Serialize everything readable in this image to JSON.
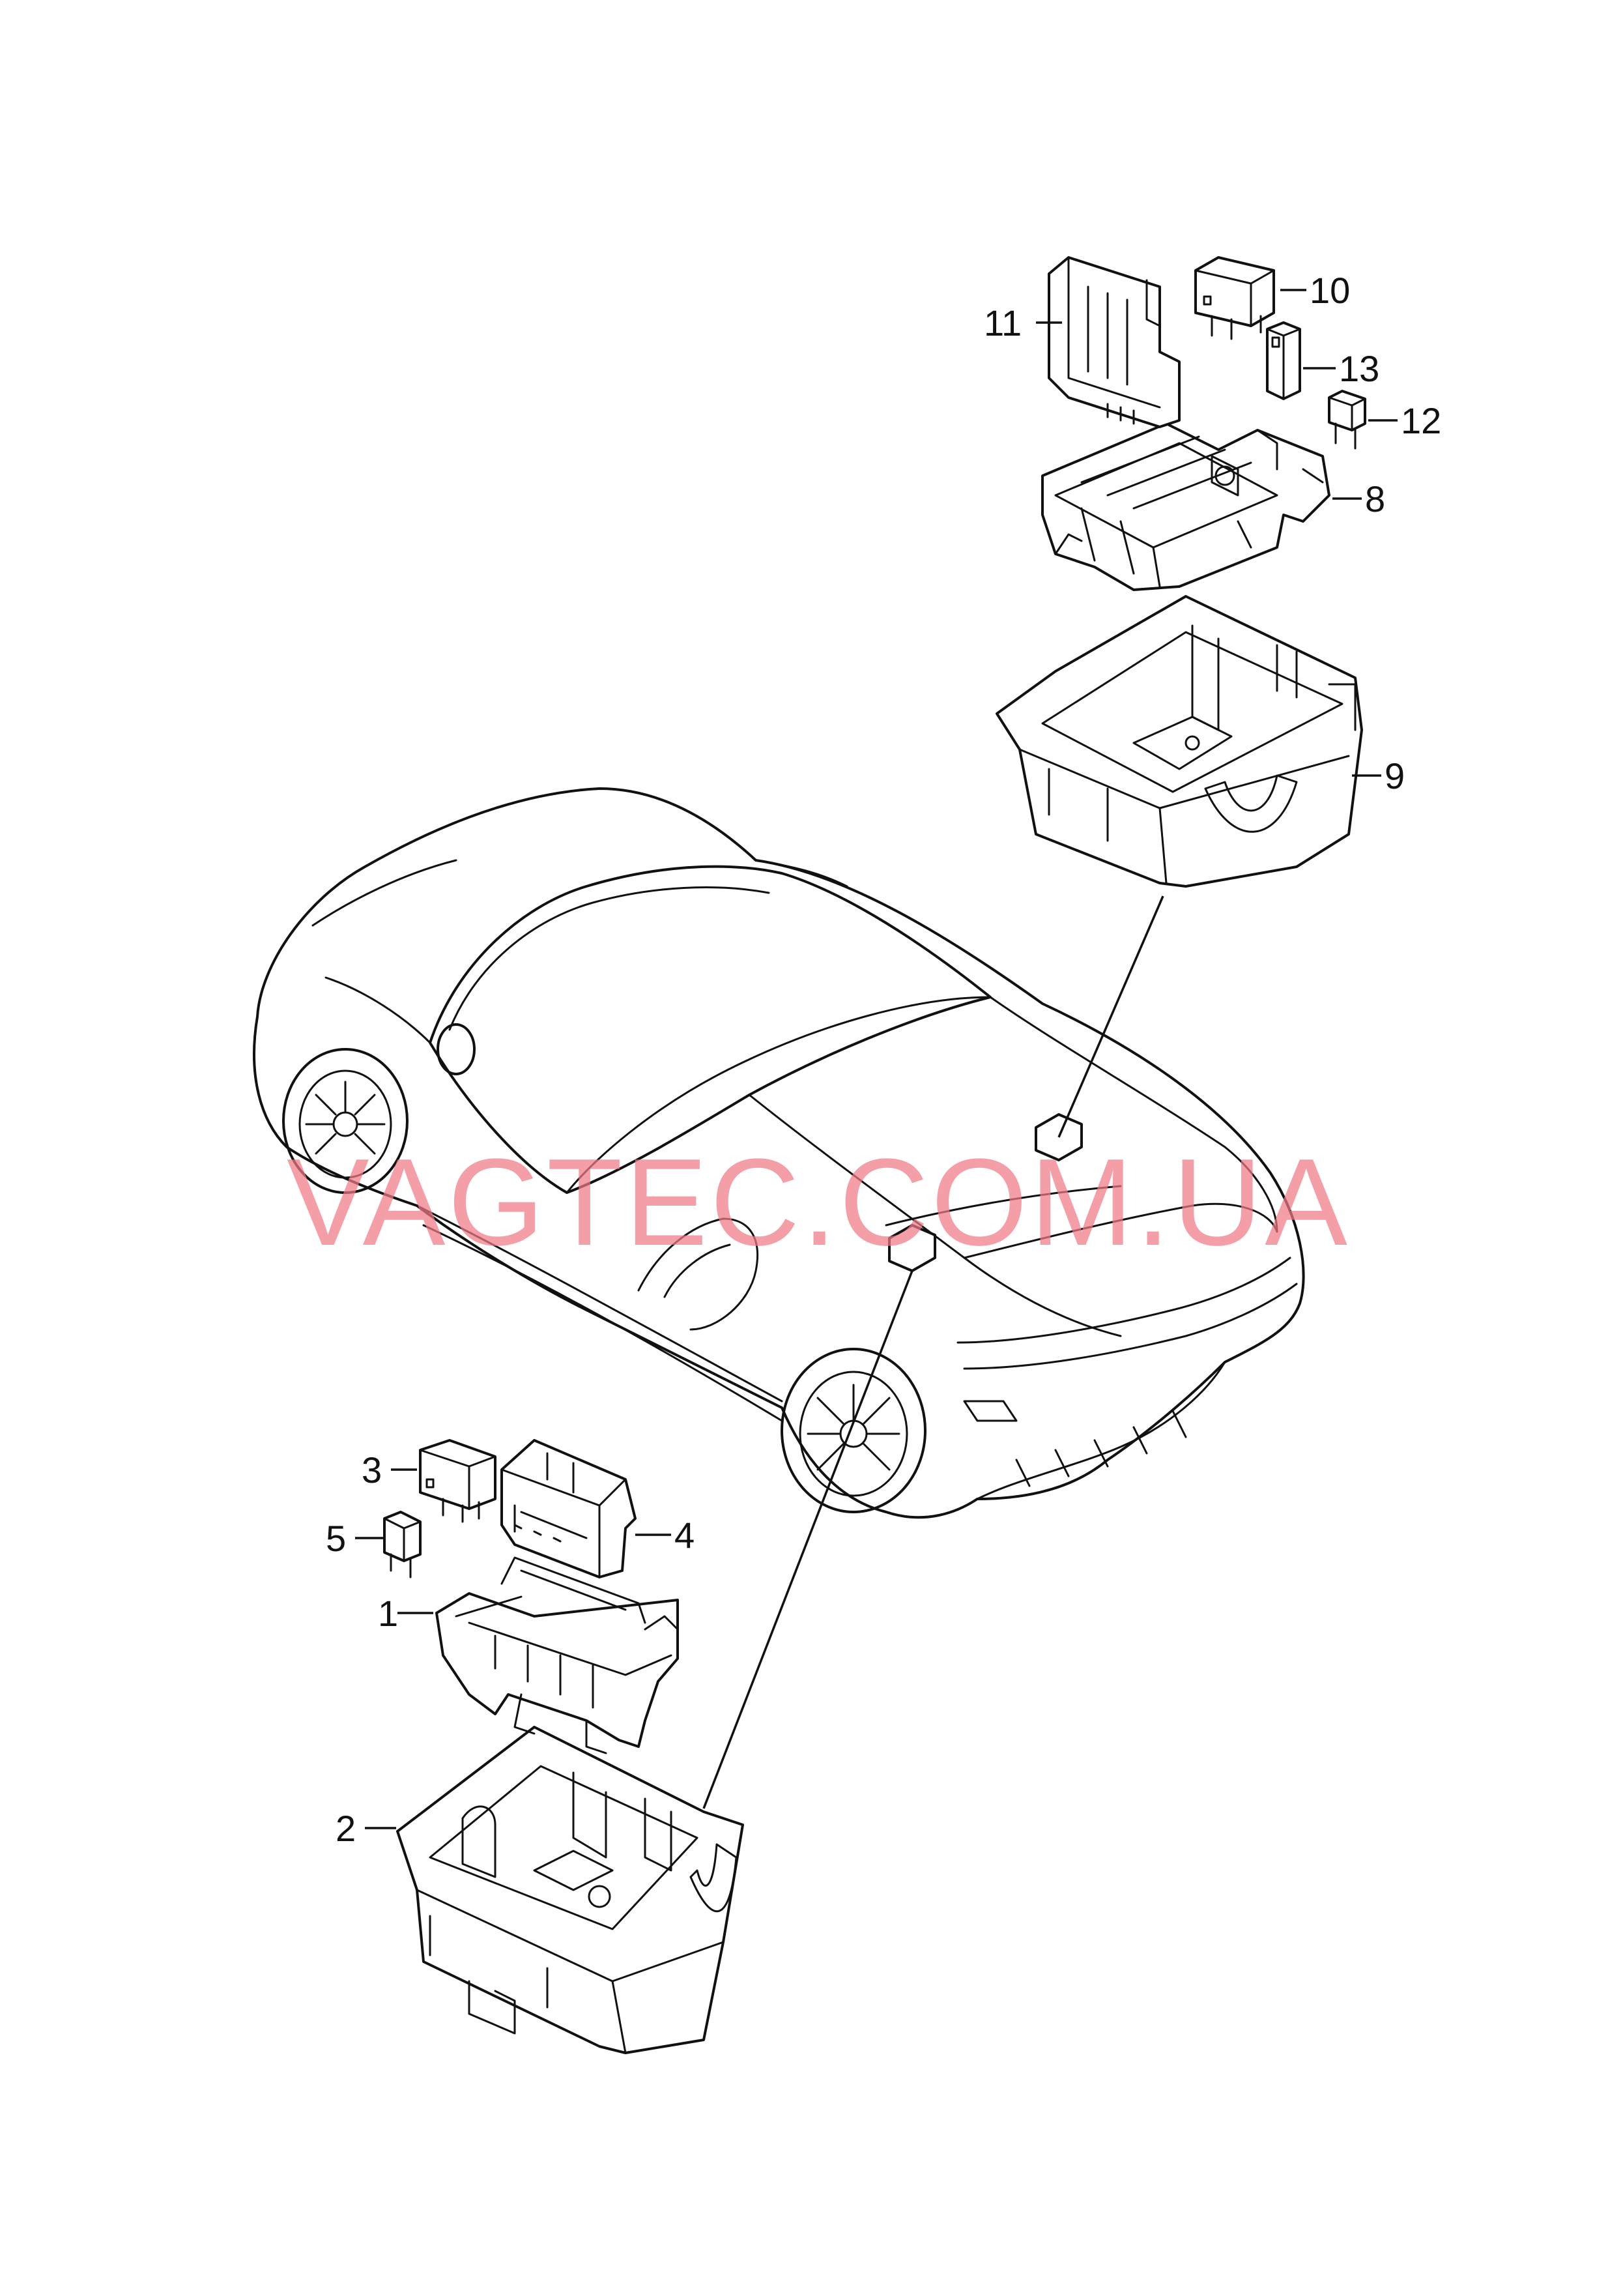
{
  "watermark": "VAGTEC.COM.UA",
  "callouts": [
    {
      "id": "1",
      "label": "1",
      "part": "relay-carrier-front"
    },
    {
      "id": "2",
      "label": "2",
      "part": "box-housing-front"
    },
    {
      "id": "3",
      "label": "3",
      "part": "relay-front"
    },
    {
      "id": "4",
      "label": "4",
      "part": "fuse-holder-front"
    },
    {
      "id": "5",
      "label": "5",
      "part": "fuse-front"
    },
    {
      "id": "8",
      "label": "8",
      "part": "relay-carrier-rear"
    },
    {
      "id": "9",
      "label": "9",
      "part": "box-housing-rear"
    },
    {
      "id": "10",
      "label": "10",
      "part": "relay-rear"
    },
    {
      "id": "11",
      "label": "11",
      "part": "fuse-holder-rear"
    },
    {
      "id": "12",
      "label": "12",
      "part": "fuse-rear"
    },
    {
      "id": "13",
      "label": "13",
      "part": "maxi-fuse-rear"
    }
  ],
  "colors": {
    "ink": "#111111",
    "watermark": "#f07a86",
    "background": "#ffffff"
  }
}
